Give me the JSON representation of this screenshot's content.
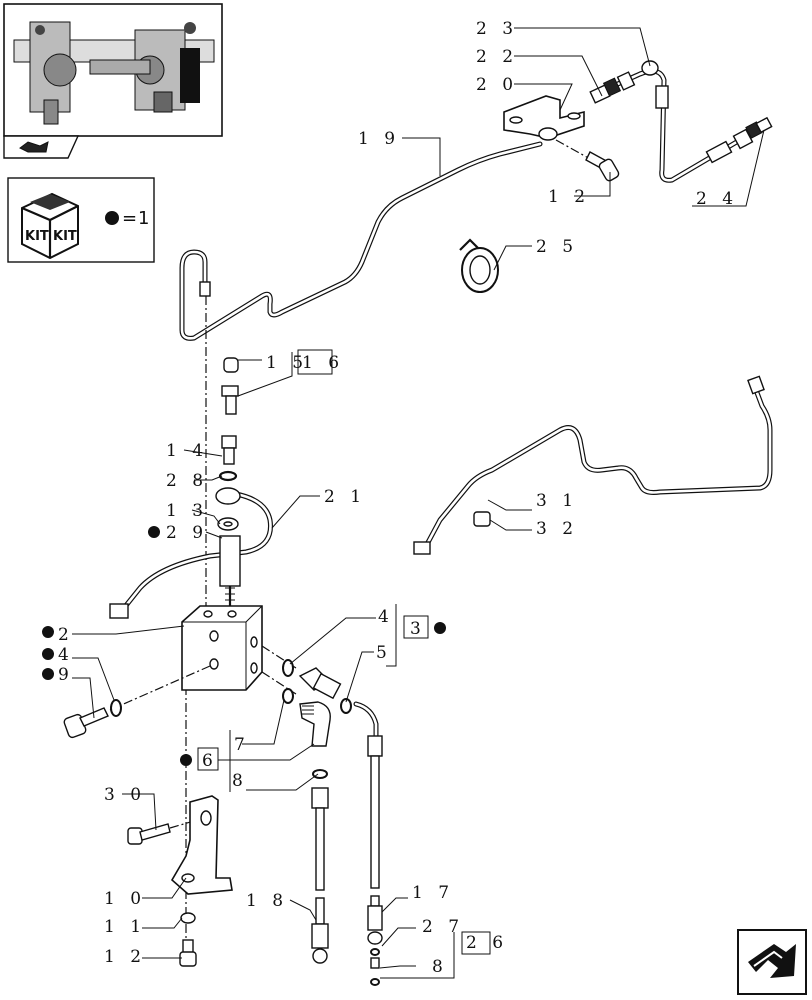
{
  "kit_legend": {
    "kit_text_1": "KIT",
    "kit_text_2": "KIT",
    "equals": "=",
    "kit_ref": "1"
  },
  "callouts": [
    {
      "id": "23",
      "label": "2 3"
    },
    {
      "id": "22",
      "label": "2 2"
    },
    {
      "id": "20",
      "label": "2 0"
    },
    {
      "id": "19",
      "label": "1 9"
    },
    {
      "id": "12a",
      "label": "1 2"
    },
    {
      "id": "24",
      "label": "2 4"
    },
    {
      "id": "25",
      "label": "2 5"
    },
    {
      "id": "15",
      "label": "1 5"
    },
    {
      "id": "16",
      "label": "1 6"
    },
    {
      "id": "14",
      "label": "1 4"
    },
    {
      "id": "28",
      "label": "2 8"
    },
    {
      "id": "21",
      "label": "2 1"
    },
    {
      "id": "13",
      "label": "1 3"
    },
    {
      "id": "29",
      "label": "2 9"
    },
    {
      "id": "31",
      "label": "3 1"
    },
    {
      "id": "32",
      "label": "3 2"
    },
    {
      "id": "2",
      "label": "2"
    },
    {
      "id": "4a",
      "label": "4"
    },
    {
      "id": "9",
      "label": "9"
    },
    {
      "id": "4b",
      "label": "4"
    },
    {
      "id": "3",
      "label": "3"
    },
    {
      "id": "5",
      "label": "5"
    },
    {
      "id": "7",
      "label": "7"
    },
    {
      "id": "6",
      "label": "6"
    },
    {
      "id": "8a",
      "label": "8"
    },
    {
      "id": "30",
      "label": "3 0"
    },
    {
      "id": "10",
      "label": "1 0"
    },
    {
      "id": "11",
      "label": "1 1"
    },
    {
      "id": "12b",
      "label": "1 2"
    },
    {
      "id": "18",
      "label": "1 8"
    },
    {
      "id": "17",
      "label": "1 7"
    },
    {
      "id": "27",
      "label": "2 7"
    },
    {
      "id": "26",
      "label": "2 6"
    },
    {
      "id": "8b",
      "label": "8"
    }
  ]
}
